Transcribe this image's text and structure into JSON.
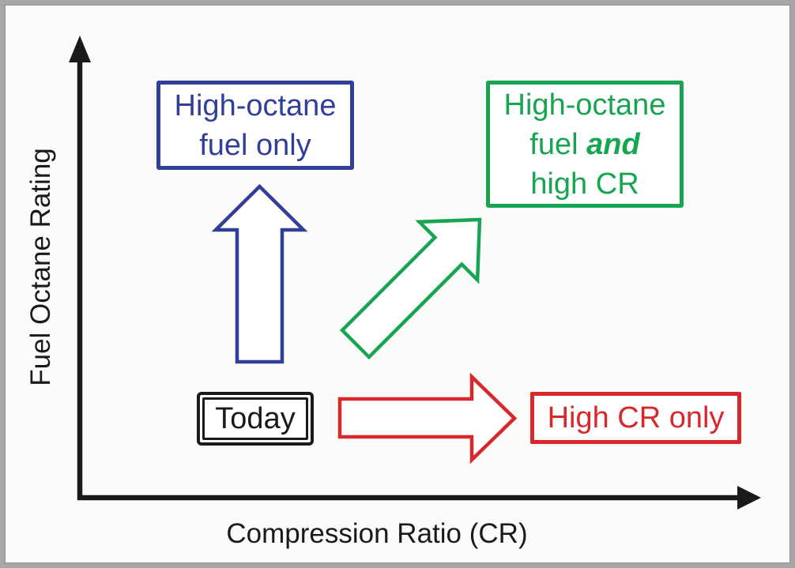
{
  "colors": {
    "axis": "#1a1a1a",
    "blue": "#323f99",
    "green": "#17a551",
    "red": "#d9282b",
    "frame": "#a6a6a6",
    "background": "#fbfbfa",
    "shape_fill": "#ffffff"
  },
  "axes": {
    "x_label": "Compression Ratio (CR)",
    "y_label": "Fuel Octane Rating"
  },
  "boxes": {
    "blue": {
      "line1": "High-octane",
      "line2": "fuel only"
    },
    "green": {
      "line1": "High-octane",
      "line2_plain": "fuel ",
      "line2_emphasis": "and",
      "line3": "high CR"
    },
    "red": {
      "label": "High CR only"
    },
    "today": {
      "label": "Today"
    }
  }
}
